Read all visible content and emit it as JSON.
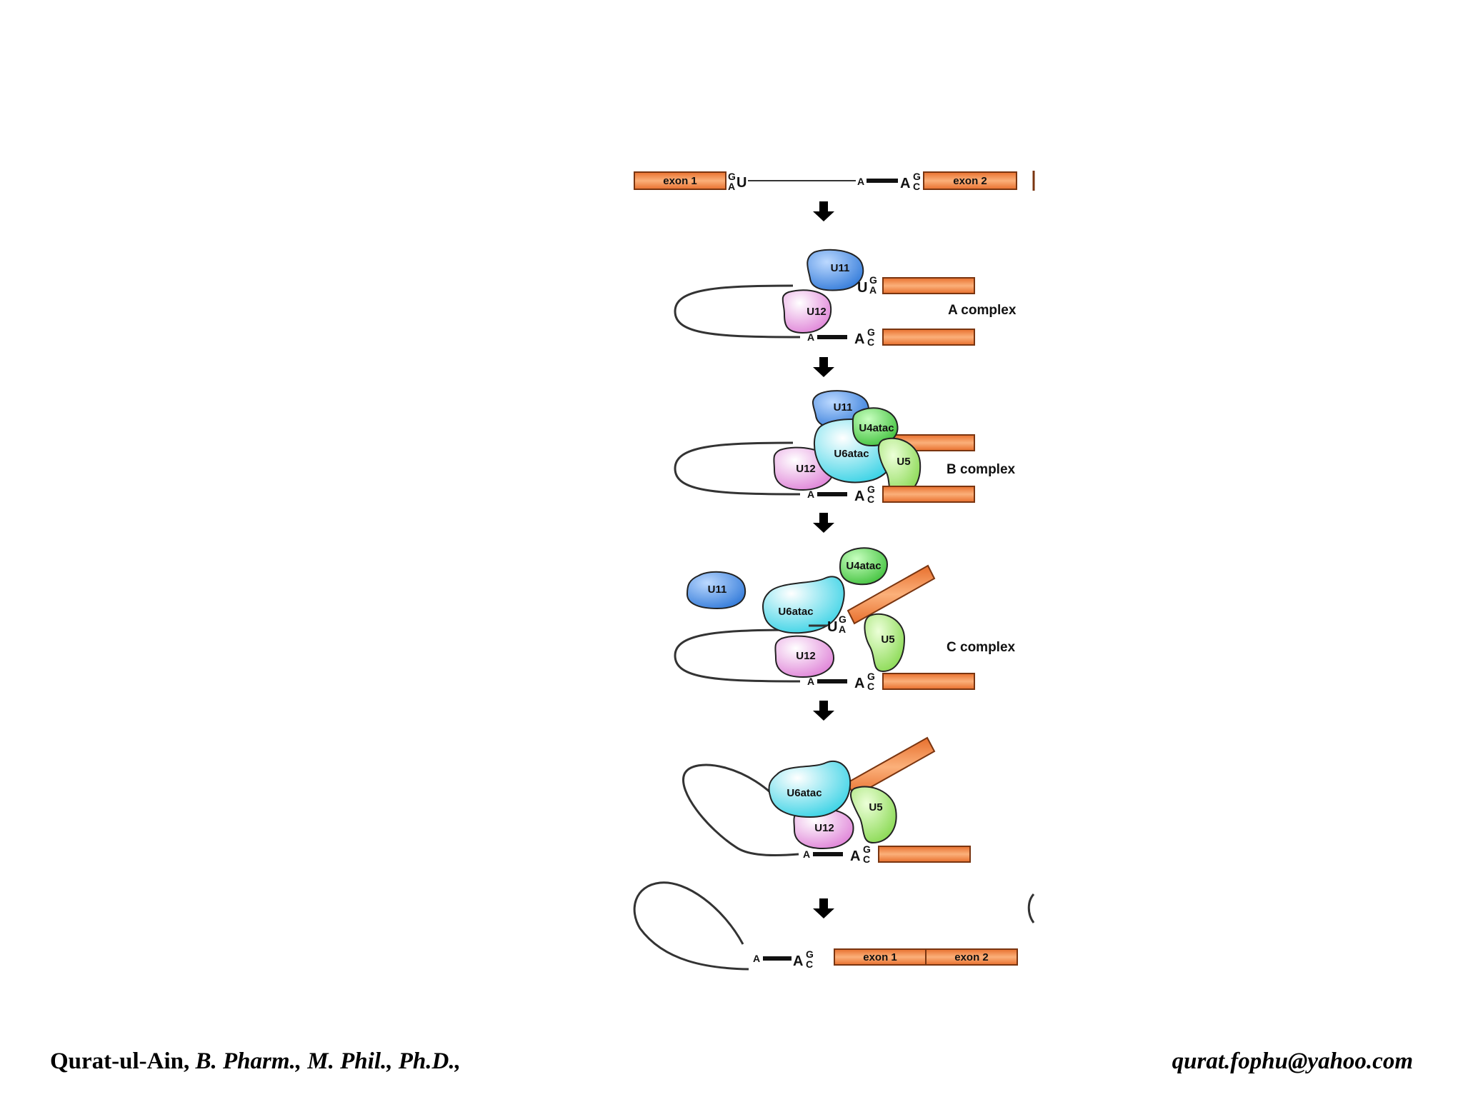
{
  "colors": {
    "exon": "#ee7f3c",
    "exon_stroke": "#7a3510",
    "intron_line": "#333333",
    "u11": "#4a8fe0",
    "u12": "#e89ae0",
    "u4atac": "#5fd15a",
    "u6atac": "#5fd8e6",
    "u5": "#9fe070",
    "arrow": "#000000"
  },
  "labels": {
    "exon1": "exon 1",
    "exon2": "exon 2",
    "u11": "U11",
    "u12": "U12",
    "u4atac": "U4atac",
    "u6atac": "U6atac",
    "u5": "U5",
    "a_complex": "A complex",
    "b_complex": "B complex",
    "c_complex": "C complex",
    "branch_a": "A",
    "big_a": "A",
    "big_u": "U",
    "nt_g": "G",
    "nt_a": "A",
    "nt_c": "C"
  },
  "footer": {
    "author": "Qurat-ul-Ain,",
    "degrees": "B. Pharm., M. Phil., Ph.D.,",
    "email": "qurat.fophu@yahoo.com"
  }
}
